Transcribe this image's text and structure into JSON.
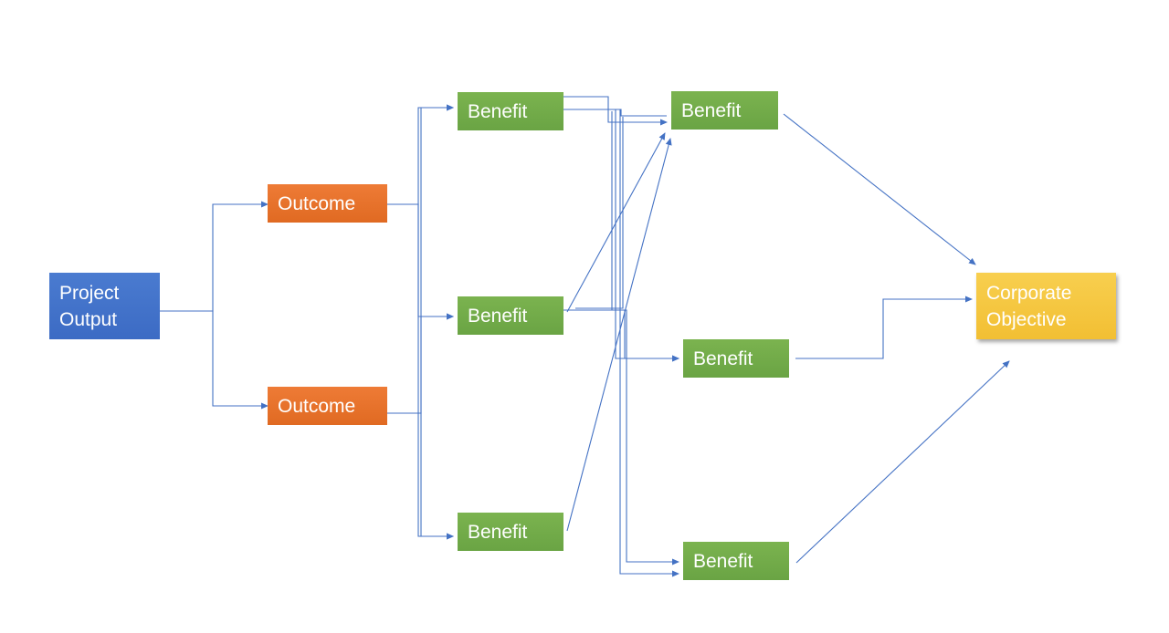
{
  "diagram": {
    "nodes": {
      "project_output": {
        "label": "Project\nOutput",
        "color": "#4472C4"
      },
      "outcome_1": {
        "label": "Outcome",
        "color": "#ED7D31"
      },
      "outcome_2": {
        "label": "Outcome",
        "color": "#ED7D31"
      },
      "benefit_a": {
        "label": "Benefit",
        "color": "#70AD47"
      },
      "benefit_b": {
        "label": "Benefit",
        "color": "#70AD47"
      },
      "benefit_c": {
        "label": "Benefit",
        "color": "#70AD47"
      },
      "benefit_d": {
        "label": "Benefit",
        "color": "#70AD47"
      },
      "benefit_e": {
        "label": "Benefit",
        "color": "#70AD47"
      },
      "benefit_f": {
        "label": "Benefit",
        "color": "#70AD47"
      },
      "corporate_objective": {
        "label": "Corporate\nObjective",
        "color": "#FFC000"
      }
    },
    "edges": [
      {
        "from": "project_output",
        "to": "outcome_1"
      },
      {
        "from": "project_output",
        "to": "outcome_2"
      },
      {
        "from": "outcome_1",
        "to": "benefit_a"
      },
      {
        "from": "outcome_1",
        "to": "benefit_b"
      },
      {
        "from": "outcome_1",
        "to": "benefit_c"
      },
      {
        "from": "outcome_2",
        "to": "benefit_a"
      },
      {
        "from": "outcome_2",
        "to": "benefit_b"
      },
      {
        "from": "outcome_2",
        "to": "benefit_c"
      },
      {
        "from": "benefit_a",
        "to": "benefit_d"
      },
      {
        "from": "benefit_a",
        "to": "benefit_e"
      },
      {
        "from": "benefit_a",
        "to": "benefit_f"
      },
      {
        "from": "benefit_b",
        "to": "benefit_d"
      },
      {
        "from": "benefit_b",
        "to": "benefit_e"
      },
      {
        "from": "benefit_b",
        "to": "benefit_f"
      },
      {
        "from": "benefit_c",
        "to": "benefit_d"
      },
      {
        "from": "benefit_d",
        "to": "corporate_objective"
      },
      {
        "from": "benefit_e",
        "to": "corporate_objective"
      },
      {
        "from": "benefit_f",
        "to": "corporate_objective"
      }
    ],
    "connector_color": "#4472C4"
  }
}
